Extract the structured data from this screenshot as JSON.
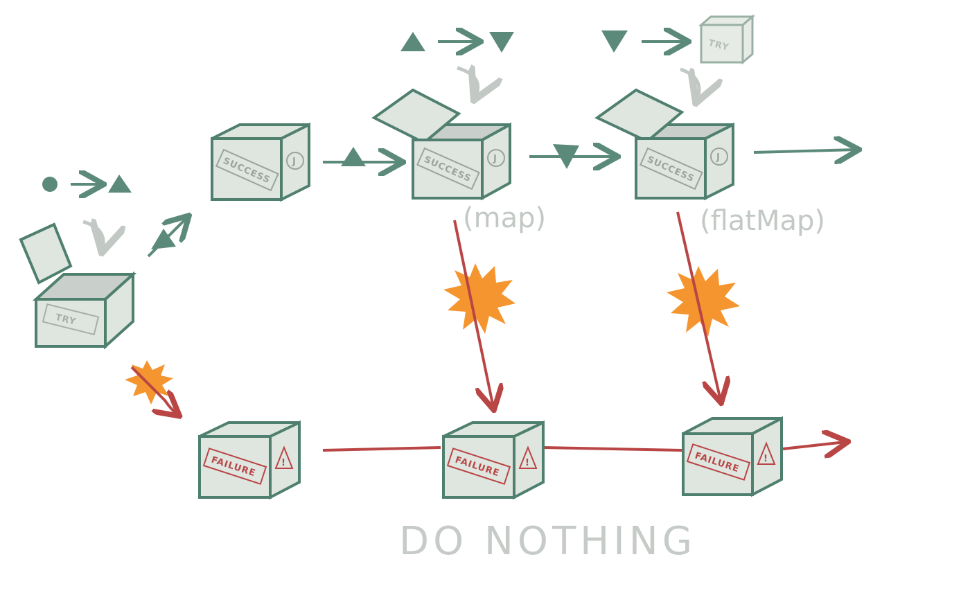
{
  "colors": {
    "box_fill": "#dfe5df",
    "box_inside": "#c9cfca",
    "box_stroke": "#4f7f6e",
    "token": "#5b8a7b",
    "success_arrow": "#5b8a7b",
    "failure_arrow": "#b94545",
    "process_arrow": "#c2c8c3",
    "burst": "#f5952f",
    "tag_success": "#9aa39c",
    "tag_failure": "#b94545"
  },
  "labels": {
    "map": "(map)",
    "flatmap": "(flatMap)",
    "do_nothing": "DO NOTHING"
  },
  "box_tags": {
    "try": "TRY",
    "success": "SUCCESS",
    "failure": "FAILURE",
    "success_side": "J",
    "failure_side": "!"
  },
  "icons": [
    "circle-token-icon",
    "triangle-up-token-icon",
    "triangle-down-token-icon",
    "explosion-icon",
    "warning-icon"
  ]
}
